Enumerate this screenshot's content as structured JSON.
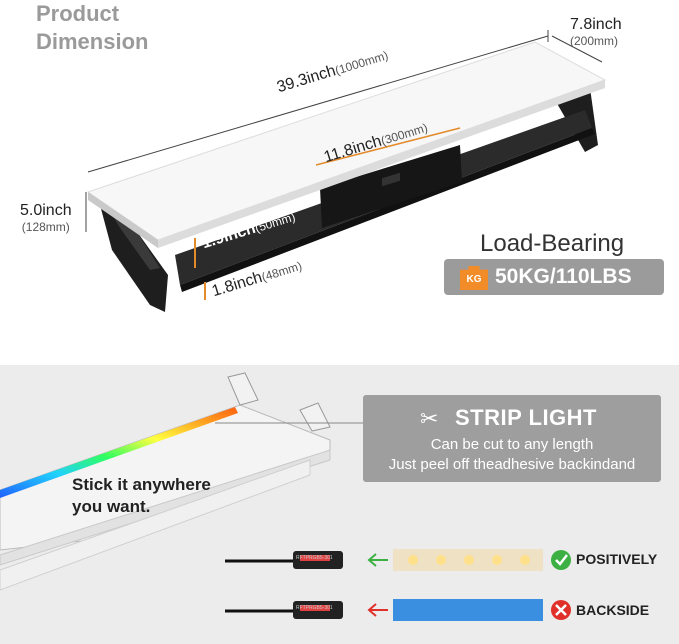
{
  "header": {
    "title_line1": "Product",
    "title_line2": "Dimension"
  },
  "dimensions": {
    "depth": {
      "main": "7.8inch",
      "sub": "(200mm)"
    },
    "length": {
      "main": "39.3inch",
      "sub": "(1000mm)"
    },
    "drawer": {
      "main": "11.8inch",
      "sub": "(300mm)"
    },
    "height": {
      "main": "5.0inch",
      "sub": "(128mm)"
    },
    "clearance": {
      "main": "1.9inch",
      "sub": "(50mm)"
    },
    "base": {
      "main": "1.8inch",
      "sub": "(48mm)"
    }
  },
  "load": {
    "title": "Load-Bearing",
    "kg_icon": "KG",
    "value": "50KG/110LBS"
  },
  "strip": {
    "title": "STRIP LIGHT",
    "line1": "Can be cut to any length",
    "line2": "Just peel off theadhesive backindand",
    "icon": "scissors-icon"
  },
  "stick_text": "Stick it anywhere\nyou want.",
  "controller_label": "RFTPRGB5-301",
  "wiring": {
    "positive_label": "POSITIVELY",
    "backside_label": "BACKSIDE",
    "positive_icon": "check-circle-icon",
    "backside_icon": "x-circle-icon"
  },
  "colors": {
    "check": "#3cb043",
    "cross": "#e0302a",
    "badge": "#9b9b9b",
    "kg": "#f28c28",
    "strip_blue": "#3a8fe0"
  }
}
